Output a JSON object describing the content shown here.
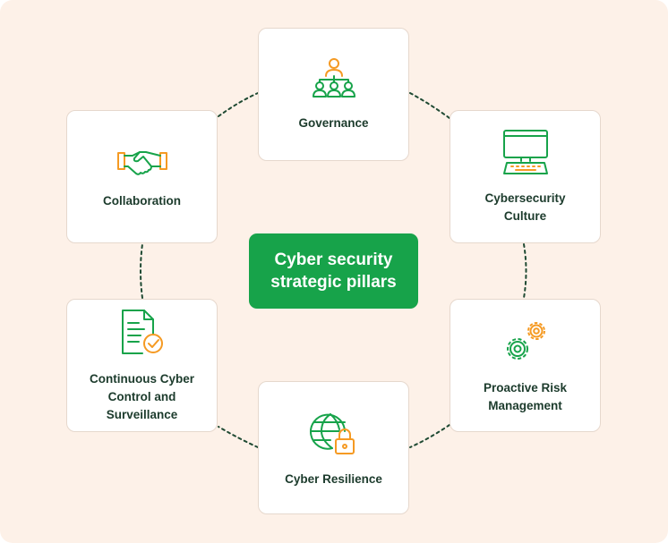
{
  "center": {
    "title": "Cyber security\nstrategic pillars"
  },
  "pillars": {
    "governance": {
      "label": "Governance",
      "icon": "org-chart-icon"
    },
    "culture": {
      "label": "Cybersecurity\nCulture",
      "icon": "computer-keyboard-icon"
    },
    "risk": {
      "label": "Proactive Risk\nManagement",
      "icon": "gears-icon"
    },
    "resilience": {
      "label": "Cyber Resilience",
      "icon": "globe-lock-icon"
    },
    "control": {
      "label": "Continuous Cyber\nControl and\nSurveillance",
      "icon": "document-check-icon"
    },
    "collaboration": {
      "label": "Collaboration",
      "icon": "handshake-icon"
    }
  },
  "colors": {
    "background": "#fdf1e8",
    "accent_green": "#17a34a",
    "accent_orange": "#f59a23",
    "text_dark": "#1c3b2c"
  }
}
